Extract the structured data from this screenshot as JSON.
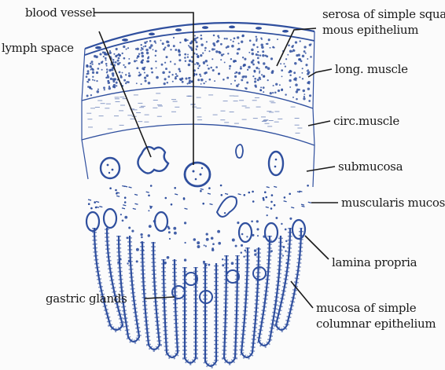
{
  "labels": {
    "blood_vessel": "blood vessel",
    "lymph_space": "lymph space",
    "serosa_line1": "serosa of simple squa-",
    "serosa_line2": "mous epithelium",
    "long_muscle": "long. muscle",
    "circ_muscle": "circ.muscle",
    "submucosa": "submucosa",
    "muscularis_mucosae": "muscularis mucosae",
    "lamina_propria": "lamina propria",
    "gastric_glands": "gastric glands",
    "mucosa_line1": "mucosa of simple",
    "mucosa_line2": "columnar epithelium"
  },
  "colors": {
    "ink": "#1a1a1a",
    "tissue_blue": "#2f4f9e",
    "background": "#fbfbfb"
  }
}
